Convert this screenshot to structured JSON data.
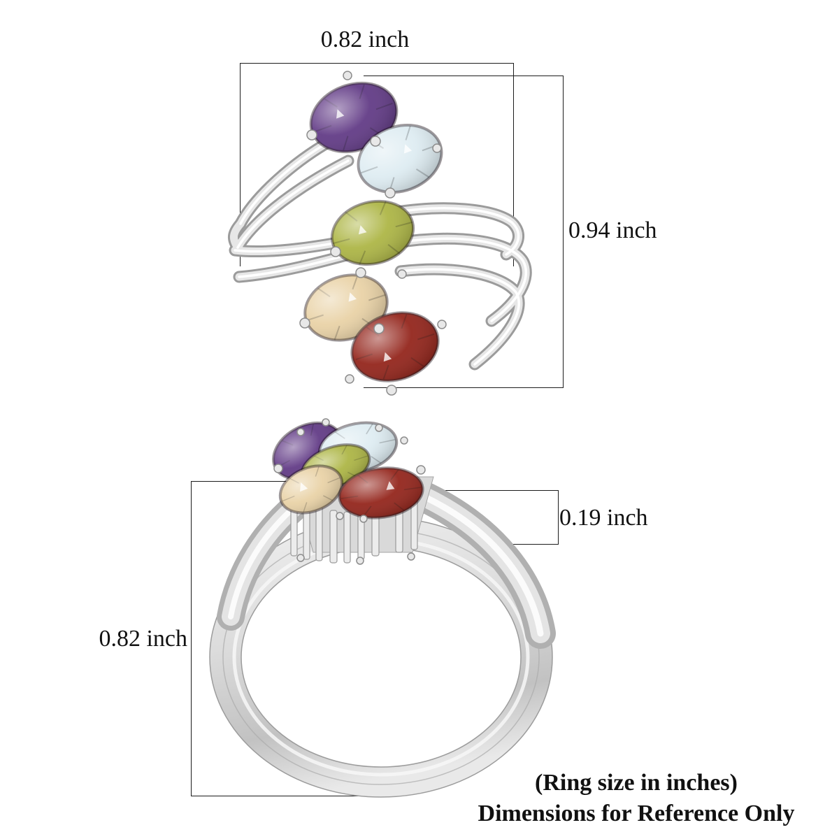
{
  "top_view": {
    "width_label": "0.82 inch",
    "height_label": "0.94 inch"
  },
  "side_view": {
    "thickness_label": "0.19 inch",
    "height_label": "0.82 inch"
  },
  "footer": {
    "line1": "(Ring size in inches)",
    "line2": "Dimensions for Reference Only"
  },
  "colors": {
    "amethyst": "#5a3180",
    "blue_topaz": "#dcebf1",
    "peridot": "#a9b23c",
    "citrine": "#e8d0a2",
    "garnet": "#8e1a10",
    "metal_light": "#f2f2f2",
    "metal_mid": "#c9c9c9",
    "metal_dark": "#9a9a9a",
    "dimension_line": "#1c1c1c",
    "text": "#111111",
    "background": "#ffffff"
  }
}
